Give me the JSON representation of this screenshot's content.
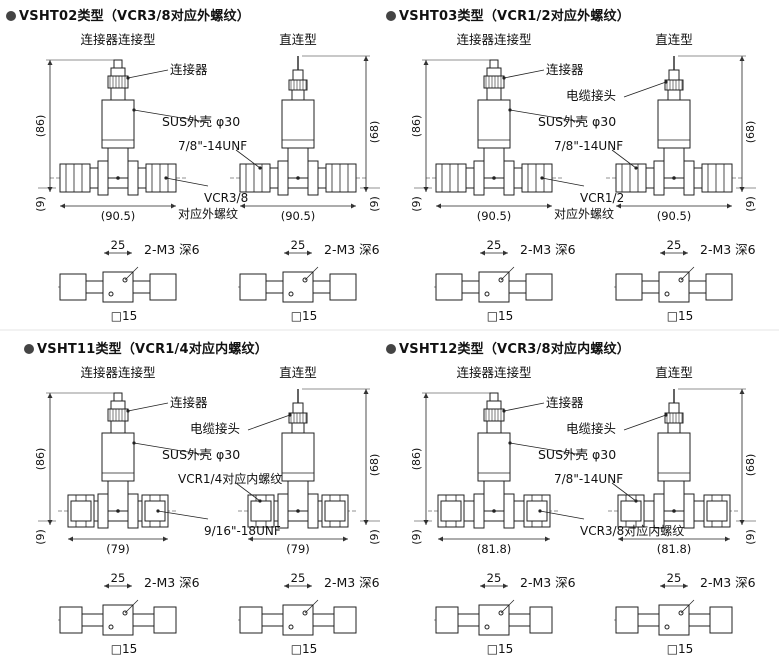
{
  "colors": {
    "line": "#222222",
    "dim": "#333333",
    "body_fill": "#ffffff",
    "hatch": "#555555"
  },
  "icons": {
    "title_bullet": "filled-circle-icon"
  },
  "panels": [
    {
      "id": "vsht02",
      "title": "VSHT02类型（VCR3/8对应外螺纹）",
      "left_caption": "连接器连接型",
      "right_caption": "直连型",
      "connector_label": "连接器",
      "cable_gland_label": "",
      "shell_label": "SUS外壳 φ30",
      "thread_label": "7/8\"-14UNF",
      "thread_label_right": "",
      "end_label_1": "VCR3/8",
      "end_label_2": "对应外螺纹",
      "side_left": "(86)",
      "side_right": "(68)",
      "small_left": "(9)",
      "small_right": "(9)",
      "width_left": "(90.5)",
      "width_right": "(90.5)",
      "dim_25_left": "25",
      "dim_25_right": "25",
      "mount_left": "2-M3 深6",
      "mount_right": "2-M3 深6",
      "square_left": "□15",
      "square_right": "□15"
    },
    {
      "id": "vsht03",
      "title": "VSHT03类型（VCR1/2对应外螺纹）",
      "left_caption": "连接器连接型",
      "right_caption": "直连型",
      "connector_label": "连接器",
      "cable_gland_label": "电缆接头",
      "shell_label": "SUS外壳 φ30",
      "thread_label": "7/8\"-14UNF",
      "thread_label_right": "",
      "end_label_1": "VCR1/2",
      "end_label_2": "对应外螺纹",
      "side_left": "(86)",
      "side_right": "(68)",
      "small_left": "(9)",
      "small_right": "(9)",
      "width_left": "(90.5)",
      "width_right": "(90.5)",
      "dim_25_left": "25",
      "dim_25_right": "25",
      "mount_left": "2-M3 深6",
      "mount_right": "2-M3 深6",
      "square_left": "□15",
      "square_right": "□15"
    },
    {
      "id": "vsht11",
      "title": "VSHT11类型（VCR1/4对应内螺纹）",
      "left_caption": "连接器连接型",
      "right_caption": "直连型",
      "connector_label": "连接器",
      "cable_gland_label": "电缆接头",
      "shell_label": "SUS外壳 φ30",
      "thread_label": "VCR1/4对应内螺纹",
      "thread_label_right": "",
      "end_label_1": "9/16\"-18UNF",
      "end_label_2": "",
      "side_left": "(86)",
      "side_right": "(68)",
      "small_left": "(9)",
      "small_right": "(9)",
      "width_left": "(79)",
      "width_right": "(79)",
      "dim_25_left": "25",
      "dim_25_right": "25",
      "mount_left": "2-M3 深6",
      "mount_right": "2-M3 深6",
      "square_left": "□15",
      "square_right": "□15"
    },
    {
      "id": "vsht12",
      "title": "VSHT12类型（VCR3/8对应内螺纹）",
      "left_caption": "连接器连接型",
      "right_caption": "直连型",
      "connector_label": "连接器",
      "cable_gland_label": "电缆接头",
      "shell_label": "SUS外壳 φ30",
      "thread_label": "7/8\"-14UNF",
      "thread_label_right": "",
      "end_label_1": "VCR3/8对应内螺纹",
      "end_label_2": "",
      "side_left": "(86)",
      "side_right": "(68)",
      "small_left": "(9)",
      "small_right": "(9)",
      "width_left": "(81.8)",
      "width_right": "(81.8)",
      "dim_25_left": "25",
      "dim_25_right": "25",
      "mount_left": "2-M3 深6",
      "mount_right": "2-M3 深6",
      "square_left": "□15",
      "square_right": "□15"
    }
  ]
}
